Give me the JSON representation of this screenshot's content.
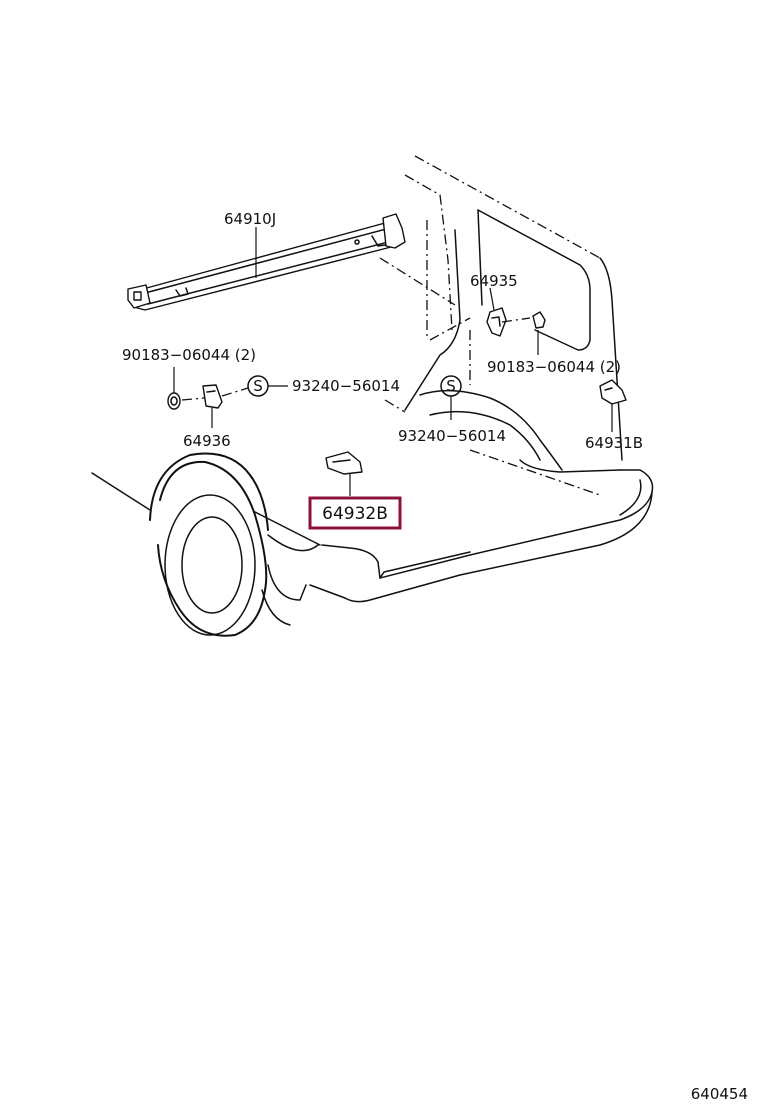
{
  "diagram": {
    "parts": [
      {
        "id": "p64910J",
        "label": "64910J"
      },
      {
        "id": "p64935",
        "label": "64935"
      },
      {
        "id": "p90183_left",
        "label": "90183−06044 (2)"
      },
      {
        "id": "p90183_right",
        "label": "90183−06044 (2)"
      },
      {
        "id": "p93240_left",
        "label": "93240−56014"
      },
      {
        "id": "p93240_right",
        "label": "93240−56014"
      },
      {
        "id": "p64936",
        "label": "64936"
      },
      {
        "id": "p64931B",
        "label": "64931B"
      },
      {
        "id": "p64932B",
        "label": "64932B",
        "highlighted": true
      }
    ],
    "screw_symbol": "S",
    "diagram_code": "640454",
    "colors": {
      "highlight": "#8b1238",
      "line": "#111111"
    }
  }
}
